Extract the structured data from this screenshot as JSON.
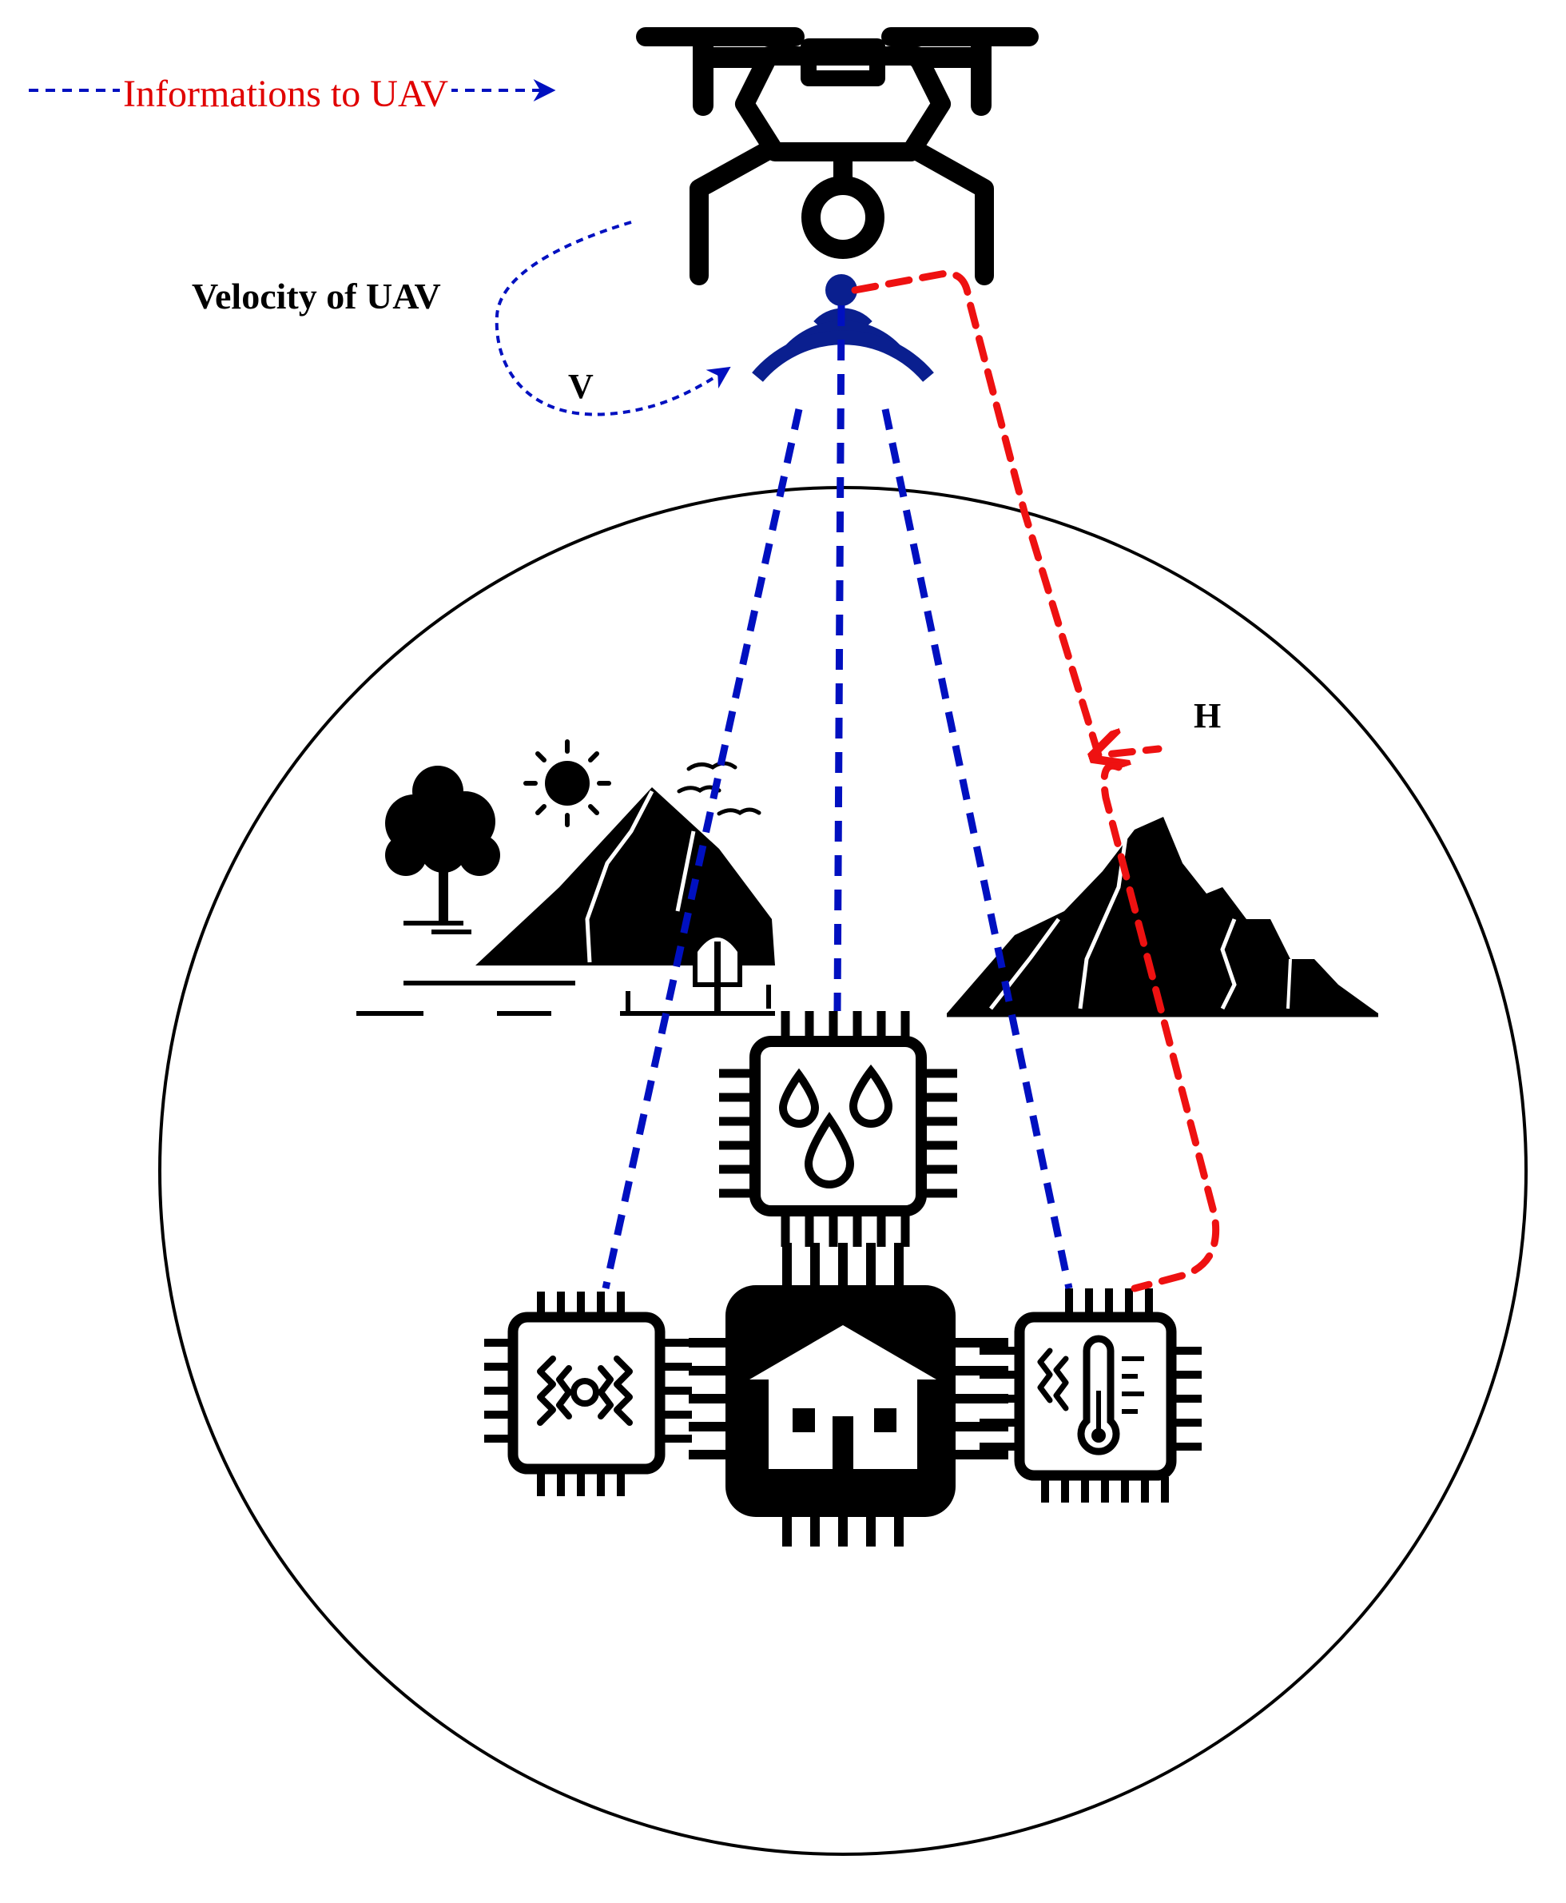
{
  "labels": {
    "info_to_uav": "Informations to UAV",
    "velocity": "Velocity of UAV",
    "v_symbol": "V",
    "h_symbol": "H"
  },
  "colors": {
    "link_blue": "#0010c0",
    "signal_blue": "#0a1f8f",
    "path_red": "#ee1111",
    "ink": "#000000"
  },
  "icons": [
    "uav-drone-icon",
    "wireless-signal-icon",
    "landscape-icon",
    "mountain-icon",
    "humidity-sensor-chip-icon",
    "vibration-sensor-chip-icon",
    "gateway-home-chip-icon",
    "temperature-sensor-chip-icon"
  ]
}
